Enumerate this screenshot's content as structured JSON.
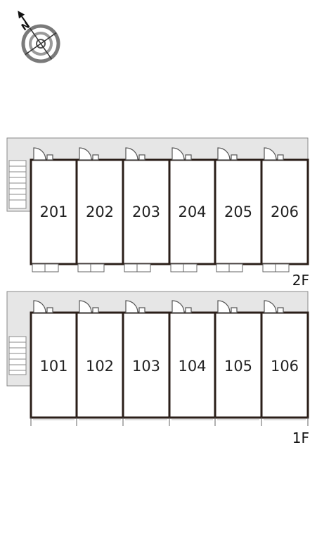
{
  "compass": {
    "letter": "N",
    "icon": "compass-rose-icon"
  },
  "floors": [
    {
      "id": "2F",
      "label": "2F",
      "units": [
        "201",
        "202",
        "203",
        "204",
        "205",
        "206"
      ]
    },
    {
      "id": "1F",
      "label": "1F",
      "units": [
        "101",
        "102",
        "103",
        "104",
        "105",
        "106"
      ]
    }
  ],
  "colors": {
    "wall": "#2a1e18",
    "corridor": "#e6e6e6",
    "corridor_edge": "#8a8a8a",
    "door": "#555555",
    "compass_ring": "#7a7a7a"
  }
}
